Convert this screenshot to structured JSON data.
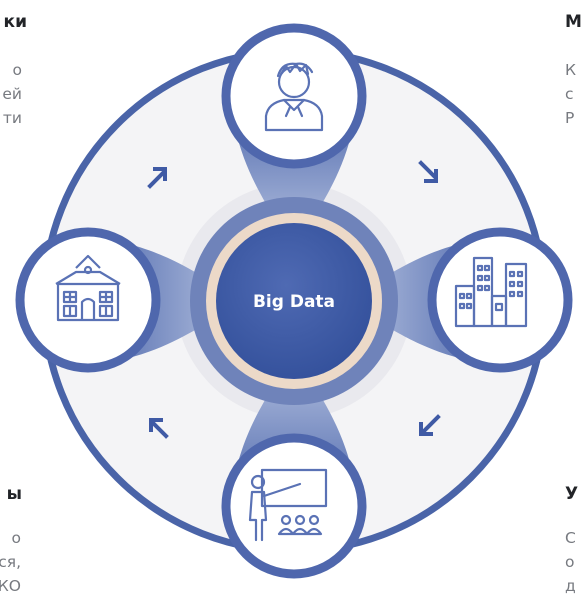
{
  "center": {
    "label": "Big Data"
  },
  "text_blocks": {
    "top_left": {
      "heading": "ки",
      "lines": [
        "о",
        "ей",
        "ти"
      ]
    },
    "top_right": {
      "heading": "М",
      "lines": [
        "К",
        "с",
        "Р"
      ]
    },
    "bottom_left": {
      "heading": "ы",
      "lines": [
        "о",
        "ся,",
        "КО"
      ]
    },
    "bottom_right": {
      "heading": "У",
      "lines": [
        "С",
        "о",
        "д"
      ]
    }
  },
  "nodes": [
    {
      "position": "top",
      "icon": "person-icon"
    },
    {
      "position": "right",
      "icon": "city-buildings-icon"
    },
    {
      "position": "bottom",
      "icon": "teacher-presentation-icon"
    },
    {
      "position": "left",
      "icon": "school-building-icon"
    }
  ],
  "arrows": [
    {
      "position": "top-left",
      "direction": "north-east"
    },
    {
      "position": "top-right",
      "direction": "south-east"
    },
    {
      "position": "bottom-right",
      "direction": "south-west"
    },
    {
      "position": "bottom-left",
      "direction": "north-west"
    }
  ],
  "colors": {
    "ring_blue": "#4a64a8",
    "node_blue": "#4f67ad",
    "center_blue": "#3f5aa5",
    "hub_beige": "#ecd9c8",
    "icon_blue": "#5a72b5",
    "ring_fill": "#f4f4f6"
  }
}
